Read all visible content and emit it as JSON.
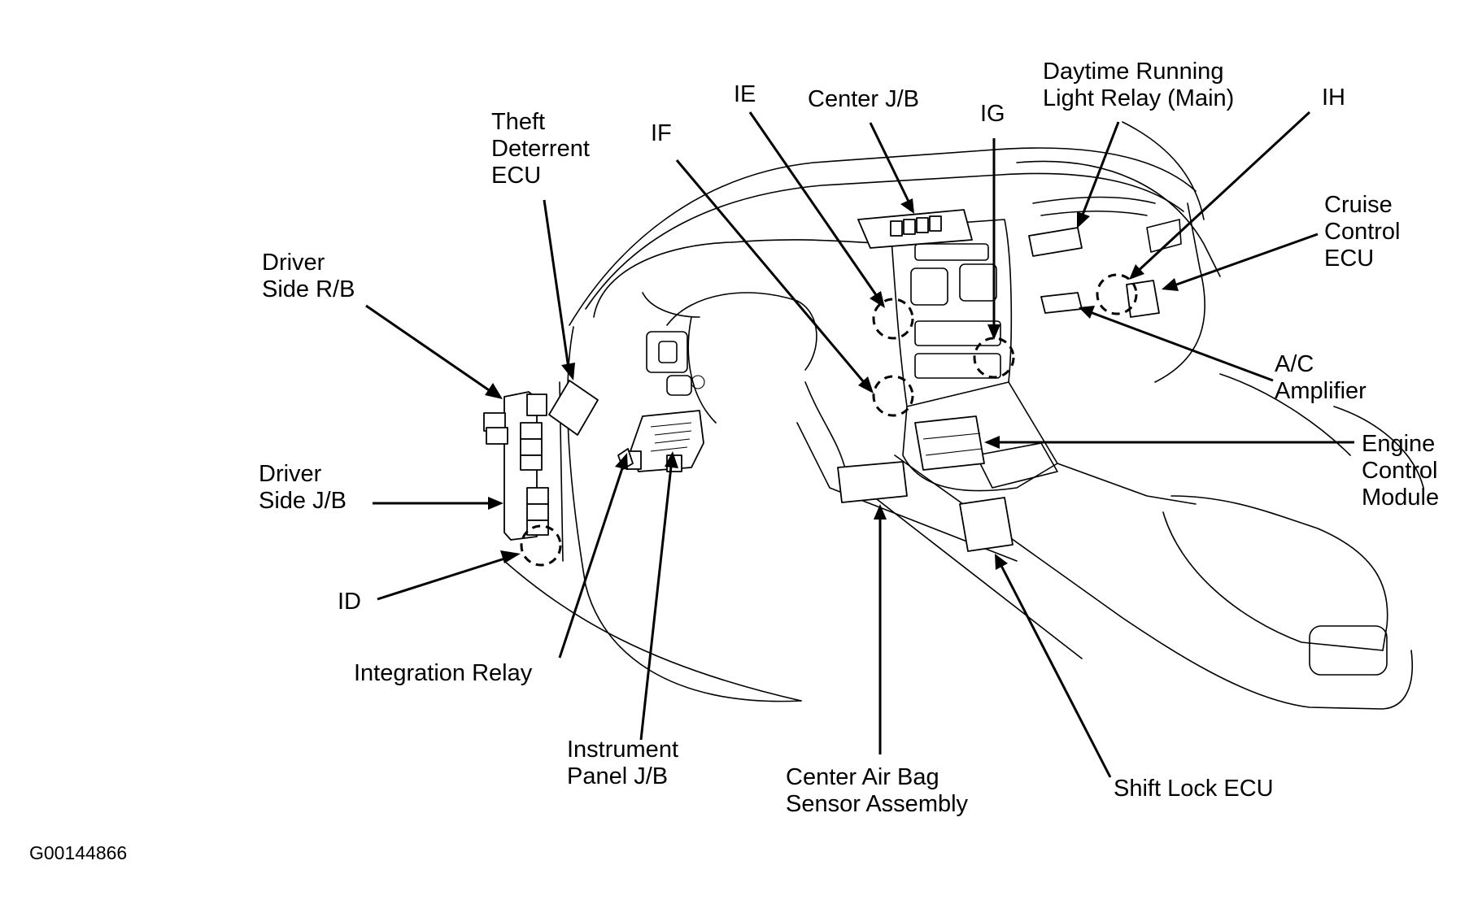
{
  "labels": {
    "theft_deterrent_ecu": [
      "Theft",
      "Deterrent",
      "ECU"
    ],
    "driver_side_rb": [
      "Driver",
      "Side R/B"
    ],
    "driver_side_jb": [
      "Driver",
      "Side J/B"
    ],
    "id": "ID",
    "integration_relay": "Integration Relay",
    "instrument_panel_jb": [
      "Instrument",
      "Panel J/B"
    ],
    "if": "IF",
    "ie": "IE",
    "center_jb": "Center J/B",
    "ig": "IG",
    "daytime_running_light_relay": [
      "Daytime Running",
      "Light Relay (Main)"
    ],
    "ih": "IH",
    "cruise_control_ecu": [
      "Cruise",
      "Control",
      "ECU"
    ],
    "ac_amplifier": [
      "A/C",
      "Amplifier"
    ],
    "engine_control_module": [
      "Engine",
      "Control",
      "Module"
    ],
    "center_air_bag_sensor": [
      "Center Air Bag",
      "Sensor Assembly"
    ],
    "shift_lock_ecu": "Shift Lock ECU"
  },
  "figure_code": "G00144866"
}
